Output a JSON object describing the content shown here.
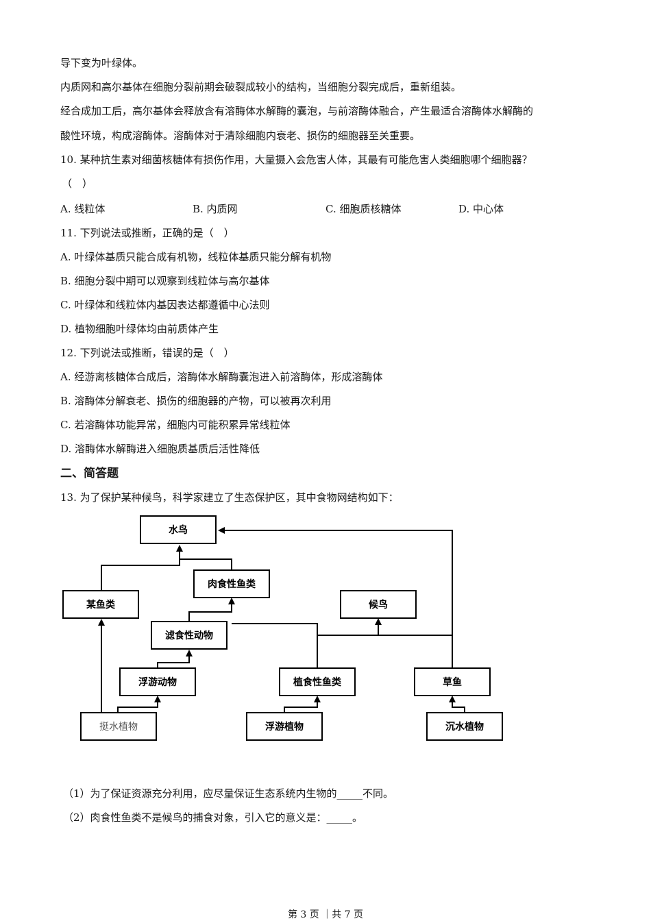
{
  "paragraphs": {
    "p1": "导下变为叶绿体。",
    "p2": "内质网和高尔基体在细胞分裂前期会破裂成较小的结构，当细胞分裂完成后，重新组装。",
    "p3a": "经合成加工后，高尔基体会释放含有溶酶体水解酶的囊泡，与前溶酶体融合，产生最适合溶酶体水解酶的",
    "p3b": "酸性环境，构成溶酶体。溶酶体对于清除细胞内衰老、损伤的细胞器至关重要。"
  },
  "q10": {
    "stem": "10. 某种抗生素对细菌核糖体有损伤作用，大量摄入会危害人体，其最有可能危害人类细胞哪个细胞器？",
    "bracket": "（　）",
    "options": [
      "A. 线粒体",
      "B. 内质网",
      "C. 细胞质核糖体",
      "D. 中心体"
    ]
  },
  "q11": {
    "stem": "11. 下列说法或推断，正确的是（　）",
    "options": [
      "A. 叶绿体基质只能合成有机物，线粒体基质只能分解有机物",
      "B. 细胞分裂中期可以观察到线粒体与高尔基体",
      "C. 叶绿体和线粒体内基因表达都遵循中心法则",
      "D. 植物细胞叶绿体均由前质体产生"
    ]
  },
  "q12": {
    "stem": "12. 下列说法或推断，错误的是（　）",
    "options": [
      "A. 经游离核糖体合成后，溶酶体水解酶囊泡进入前溶酶体，形成溶酶体",
      "B. 溶酶体分解衰老、损伤的细胞器的产物，可以被再次利用",
      "C. 若溶酶体功能异常，细胞内可能积累异常线粒体",
      "D. 溶酶体水解酶进入细胞质基质后活性降低"
    ]
  },
  "section2": "二、简答题",
  "q13": {
    "stem": "13. 为了保护某种候鸟，科学家建立了生态保护区，其中食物网结构如下：",
    "sub1": "（1）为了保证资源充分利用，应尽量保证生态系统内生物的_____不同。",
    "sub2": "（2）肉食性鱼类不是候鸟的捕食对象，引入它的意义是：_____。"
  },
  "foodweb": {
    "shuiniao": "水鸟",
    "roushi": "肉食性鱼类",
    "mouyu": "某鱼类",
    "houniao": "候鸟",
    "lvshi": "滤食性动物",
    "fuyoudw": "浮游动物",
    "zhishi": "植食性鱼类",
    "caoyu": "草鱼",
    "tingshui": "挺水植物",
    "fuyouzw": "浮游植物",
    "chenshui": "沉水植物"
  },
  "footer": "第 3 页 ｜共 7 页"
}
